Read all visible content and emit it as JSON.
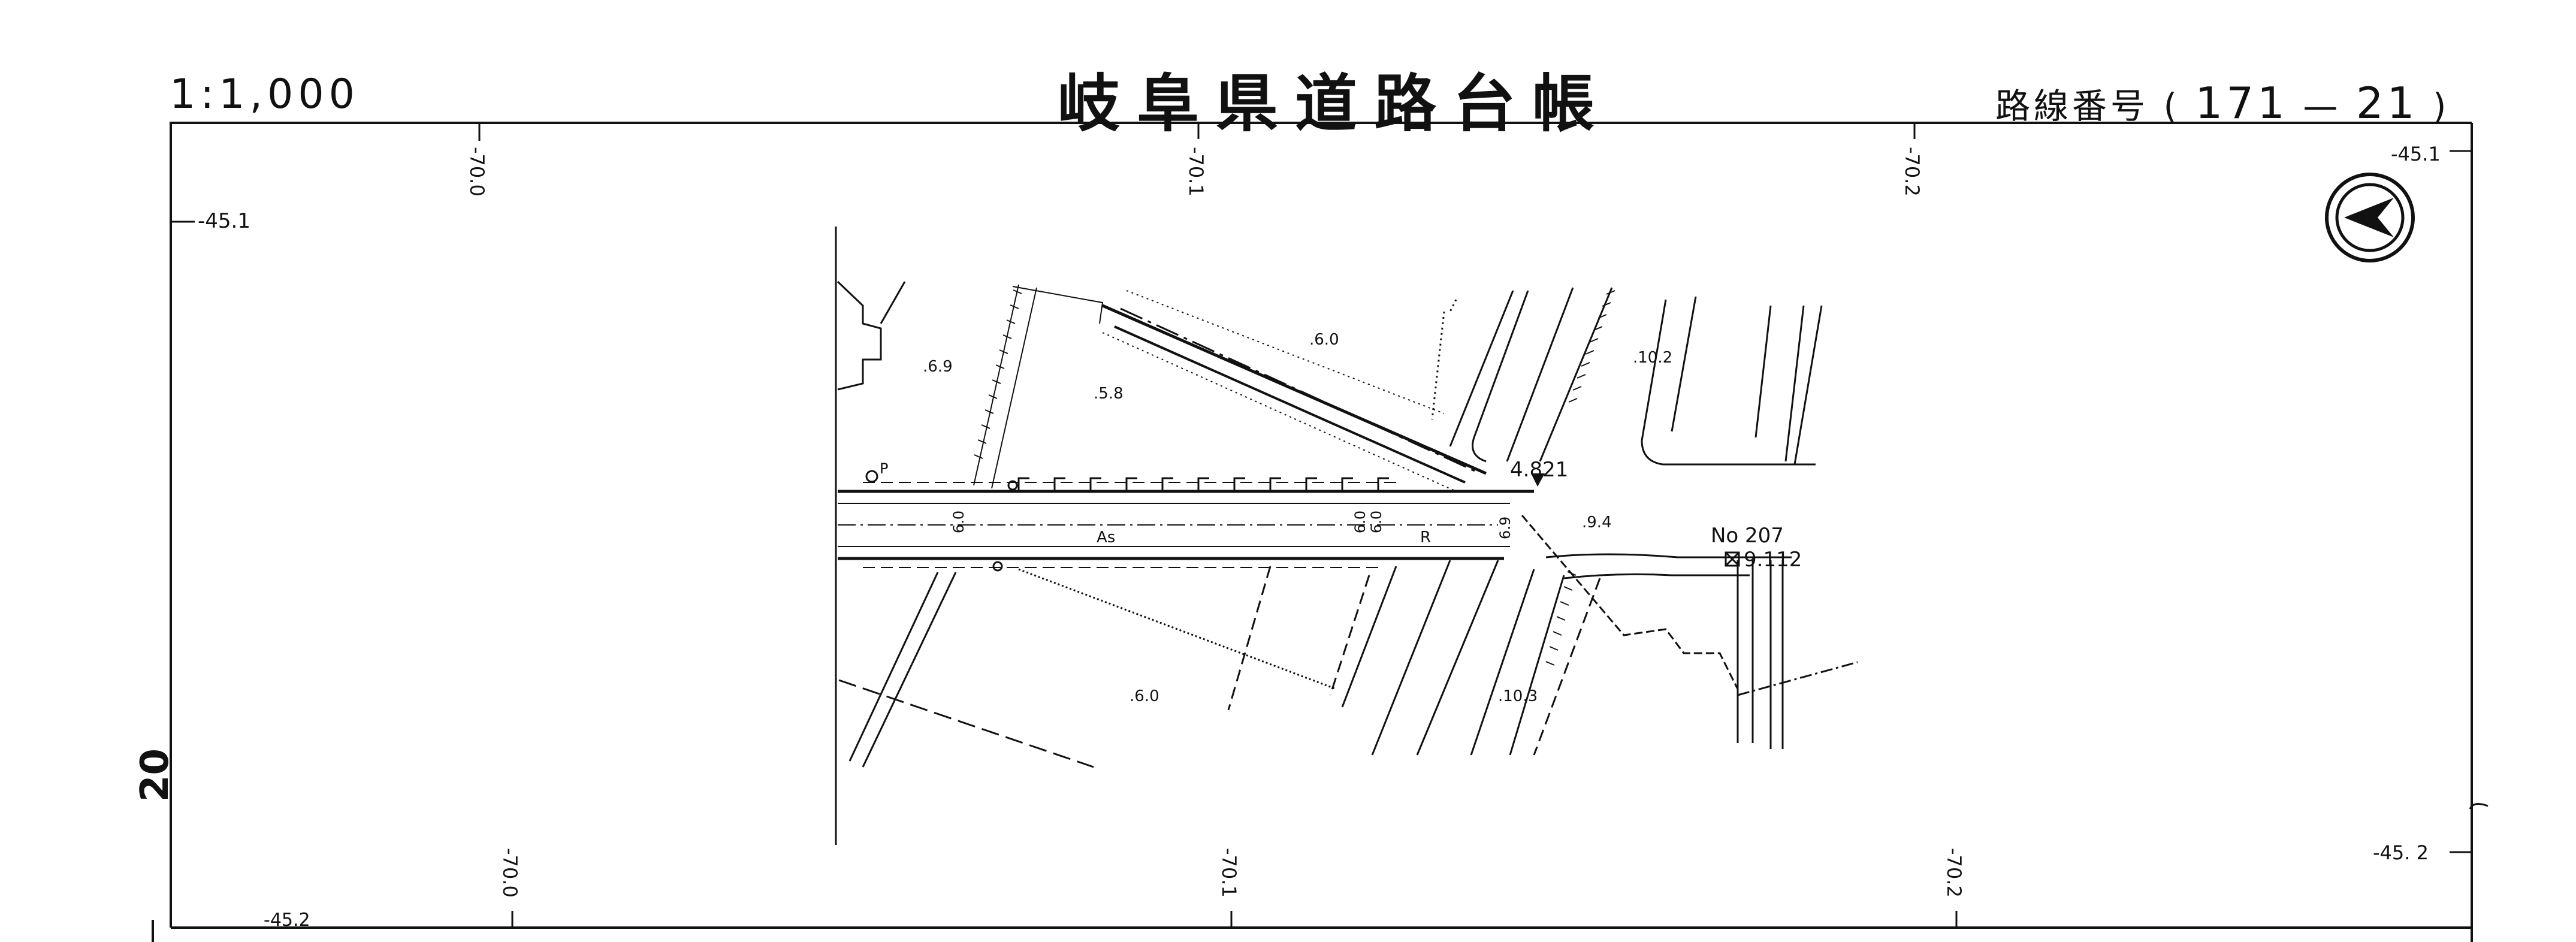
{
  "header": {
    "scale": "1:1,000",
    "title": "岐阜県道路台帳",
    "route_label": "路線番号",
    "route_number_1": "171",
    "route_dash": "—",
    "route_number_2": "21",
    "paren_open": "(",
    "paren_close": ")"
  },
  "sheet_number": "20",
  "grid_labels": {
    "lat_top_left": "-45.1",
    "lat_top_right": "-45.1",
    "lat_bottom_right": "-45. 2",
    "lat_bottom_left": "-45.2",
    "lon_top_1": "-70.0",
    "lon_top_2": "-70.1",
    "lon_top_3": "-70.2",
    "lon_bottom_1": "-70.0",
    "lon_bottom_2": "-70.1",
    "lon_bottom_3": "-70.2"
  },
  "map": {
    "benchmark_label": "No 207",
    "benchmark_value": "9.112",
    "survey_point_value": "4.821",
    "elevations": [
      ".6.9",
      ".5.8",
      ".6.0",
      ".10.2",
      ".9.4",
      ".6.0",
      ".10.3"
    ],
    "road_labels": [
      "As",
      "R",
      "P"
    ],
    "dimension_labels": [
      "6.0",
      "6.0",
      "6.0",
      "6.9"
    ],
    "colors": {
      "ink": "#111111",
      "paper": "#ffffff"
    },
    "north_arrow_icon": "north-arrow-icon"
  }
}
